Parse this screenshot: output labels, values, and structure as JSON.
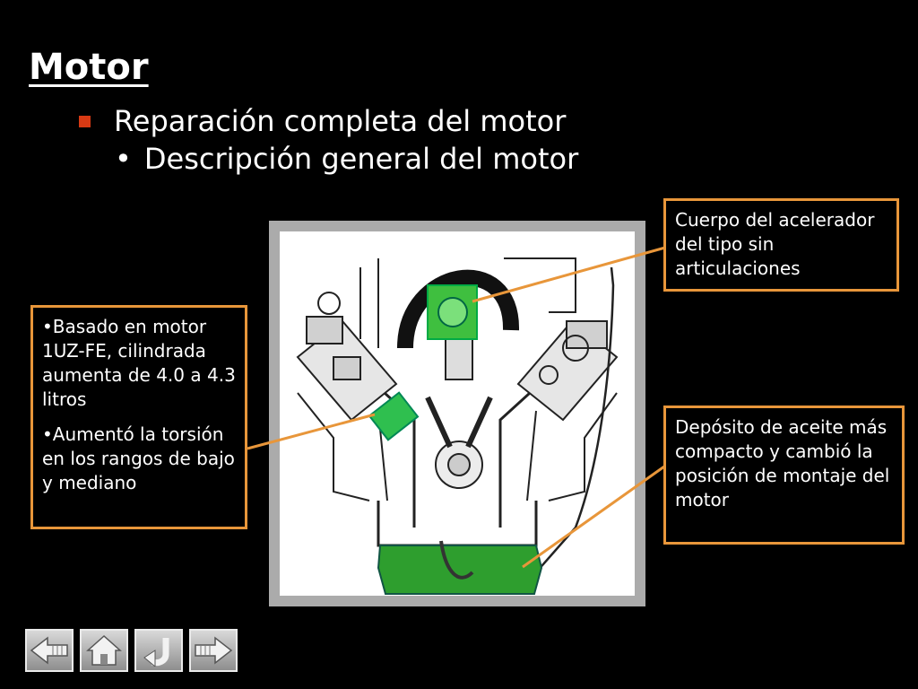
{
  "title": "Motor",
  "heading": {
    "bullet1": "Reparación completa del motor",
    "bullet2_marker": "•",
    "bullet2": "Descripción general del motor"
  },
  "callouts": {
    "throttle": "Cuerpo del acelerador del tipo sin articulaciones",
    "left": [
      "•Basado en motor 1UZ-FE, cilindrada aumenta de 4.0 a 4.3 litros",
      "•Aumentó la torsión en los rangos de bajo y mediano"
    ],
    "oil": "Depósito de aceite más compacto y cambió la posición de montaje del motor"
  },
  "nav": {
    "back": "back-arrow-icon",
    "home": "home-icon",
    "return": "return-icon",
    "next": "forward-arrow-icon"
  },
  "colors": {
    "background": "#000000",
    "callout_border": "#e8963a",
    "bullet_square": "#d83a14",
    "highlight_green": "#2e9e2e",
    "frame": "#ababab"
  }
}
